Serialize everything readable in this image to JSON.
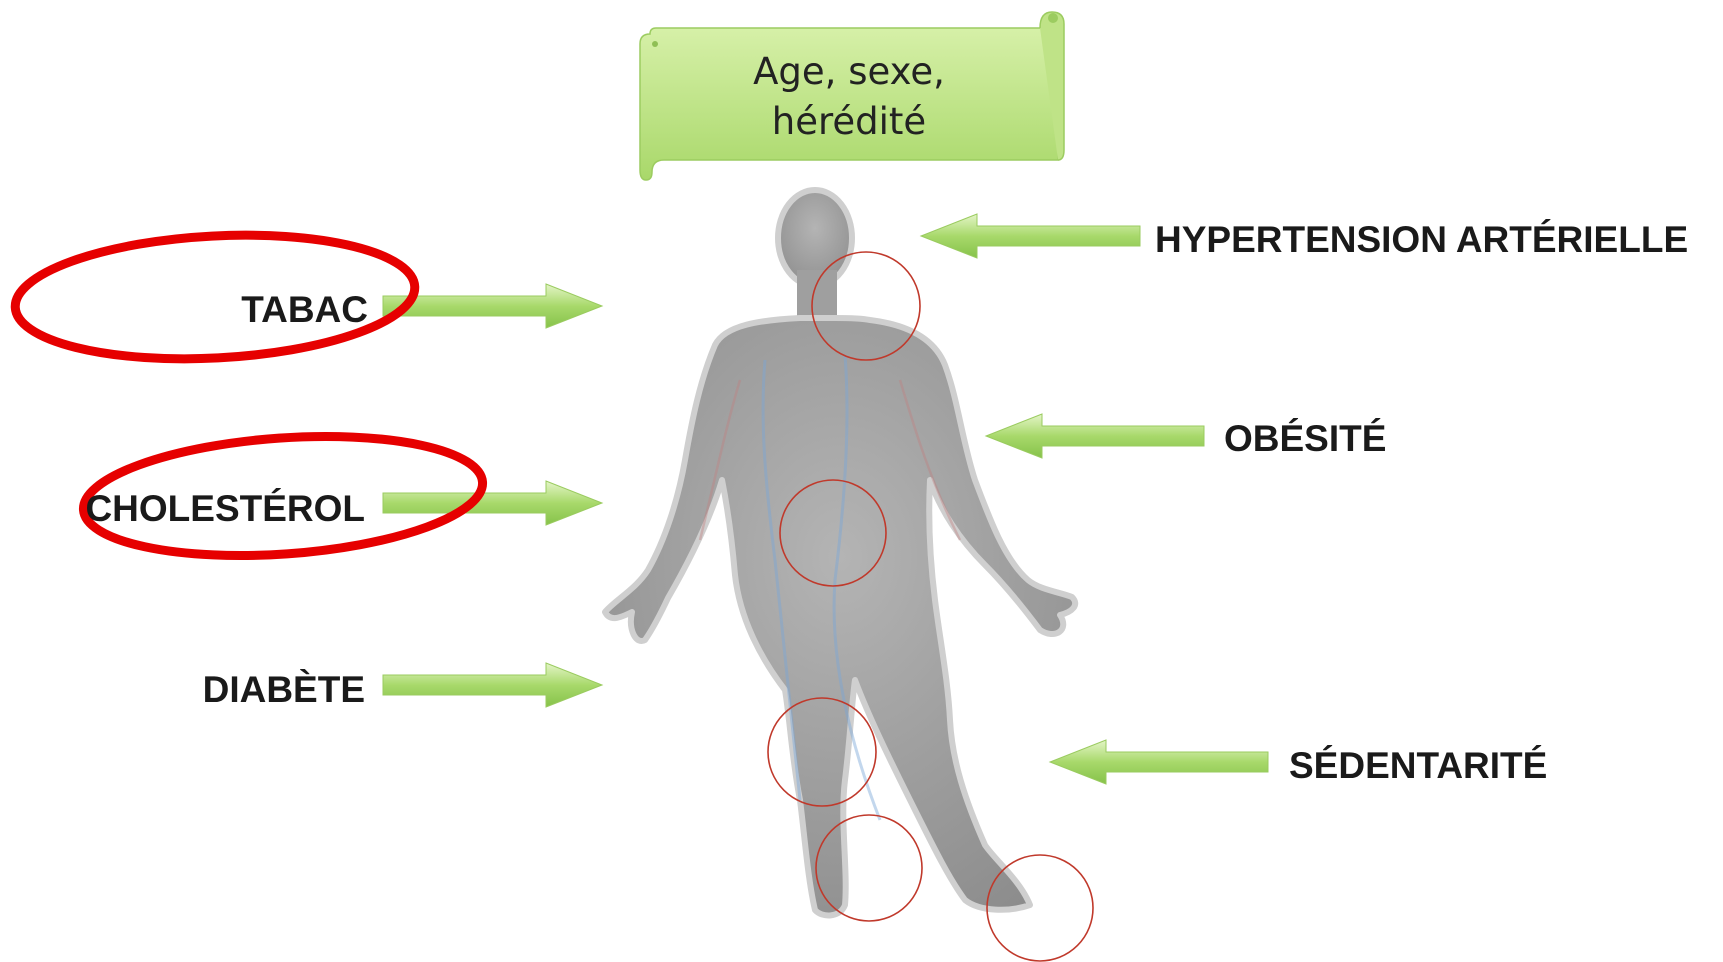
{
  "banner": {
    "line1": "Age, sexe,",
    "line2": "hérédité"
  },
  "factors": {
    "hypertension": "HYPERTENSION ARTÉRIELLE",
    "tabac": "TABAC",
    "obesite": "OBÉSITÉ",
    "cholesterol": "CHOLESTÉROL",
    "diabete": "DIABÈTE",
    "sedentarite": "SÉDENTARITÉ"
  },
  "colors": {
    "arrow_green": "#a6d96a",
    "banner_green": "#b5e07a",
    "highlight_red": "#e60000",
    "target_circle": "#c0392b",
    "body_gray": "#9a9a9a"
  }
}
